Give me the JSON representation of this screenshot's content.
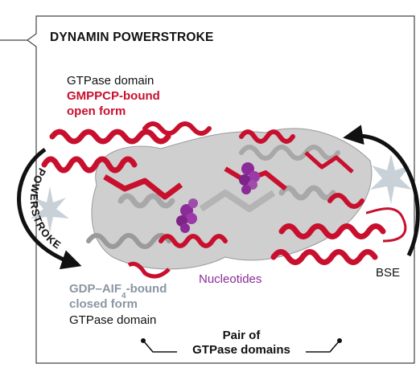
{
  "title": "DYNAMIN POWERSTROKE",
  "open_form": {
    "line1": "GTPase domain",
    "line2": "GMPPCP-bound",
    "line3": "open form"
  },
  "closed_form": {
    "line1_main": "GDP–AIF",
    "line1_sub": "4",
    "line1_tail": "-bound",
    "line2": "closed form",
    "line3": "GTPase domain"
  },
  "powerstroke_label": "POWERSTROKE",
  "nucleotides_label": "Nucleotides",
  "bse_label": "BSE",
  "pair": {
    "line1": "Pair of",
    "line2": "GTPase domains"
  },
  "colors": {
    "open_form": "#c8102e",
    "closed_form": "#8a96a3",
    "nucleotide": "#8b2b98",
    "frame": "#444444",
    "burst": "#c9d1d8"
  }
}
